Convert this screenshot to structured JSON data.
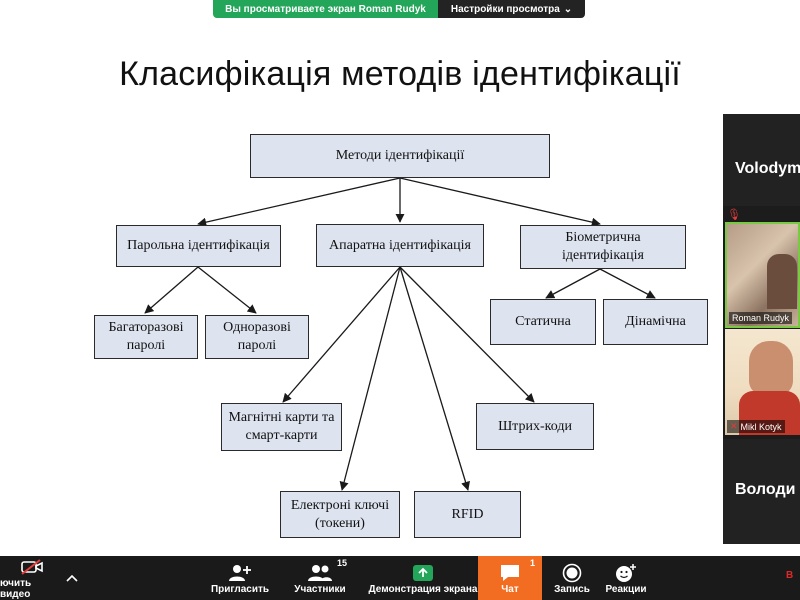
{
  "banner": {
    "viewing_text": "Вы просматриваете экран Roman Rudyk",
    "view_options_label": "Настройки просмотра"
  },
  "slide": {
    "title": "Класифікація методів ідентифікації",
    "boxes": {
      "root": "Методи ідентифікації",
      "password": "Парольна ідентифікація",
      "hardware": "Апаратна ідентифікація",
      "biometric": "Біометрична ідентифікація",
      "reusable": "Багаторазові паролі",
      "onetime": "Одноразові паролі",
      "magnetic": "Магнітні карти та смарт-карти",
      "etokens": "Електроні ключі (токени)",
      "rfid": "RFID",
      "barcodes": "Штрих-коди",
      "static": "Статична",
      "dynamic": "Дінамічна"
    }
  },
  "participants": [
    {
      "name": "Volodymyr",
      "video": false
    },
    {
      "name": "Roman Rudyk",
      "video": true,
      "muted": true
    },
    {
      "name": "Mikl Kotyk",
      "video": true,
      "muted": true
    },
    {
      "name": "Володи",
      "video": false
    }
  ],
  "toolbar": {
    "video_label": "ючить видео",
    "invite_label": "Пригласить",
    "participants_label": "Участники",
    "participants_count": "15",
    "share_label": "Демонстрация экрана",
    "chat_label": "Чат",
    "chat_count": "1",
    "record_label": "Запись",
    "reactions_label": "Реакции",
    "end_label": "В"
  },
  "colors": {
    "share_green": "#23a55a",
    "chat_orange": "#f26d21",
    "end_red": "#e02828",
    "box_fill": "#dde4f0"
  }
}
